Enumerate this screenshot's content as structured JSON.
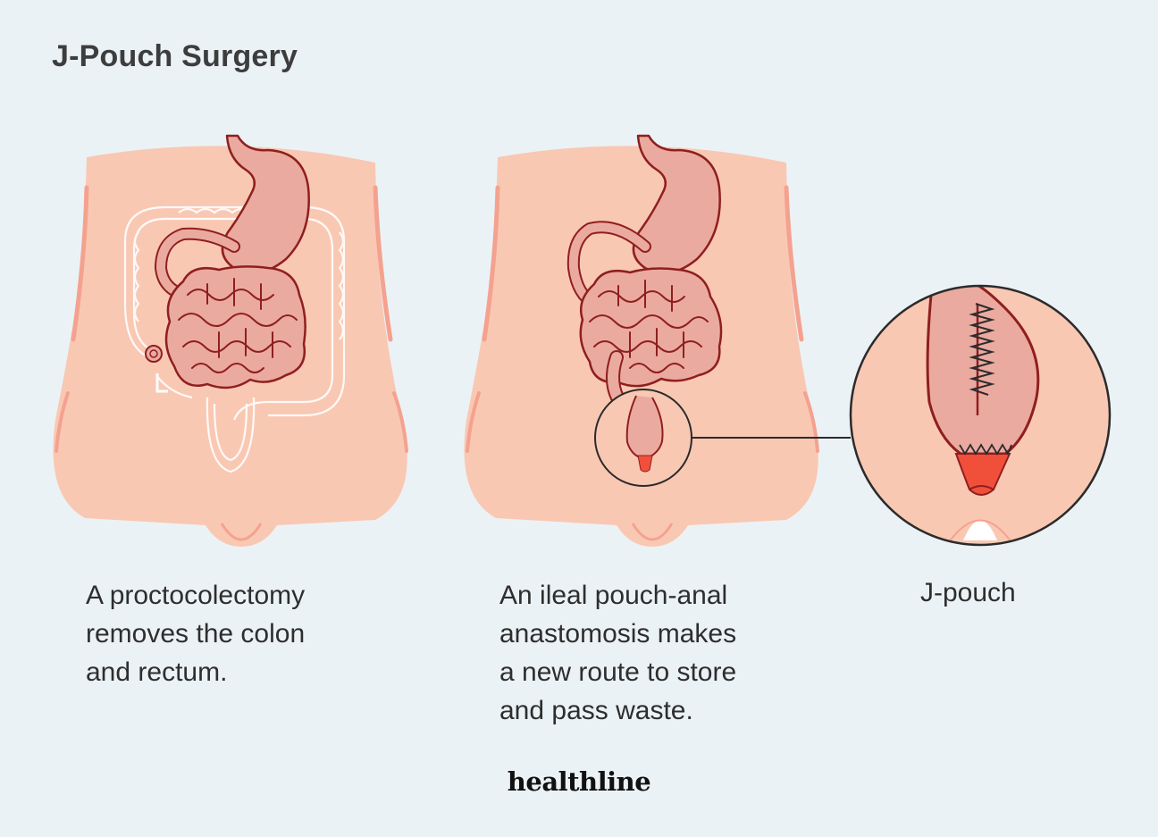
{
  "title": "J-Pouch Surgery",
  "panels": [
    {
      "caption_lines": [
        "A proctocolectomy",
        "removes the colon",
        "and rectum."
      ]
    },
    {
      "caption_lines": [
        "An ileal pouch-anal",
        "anastomosis makes",
        "a new route to store",
        "and pass waste."
      ]
    },
    {
      "caption_lines": [
        "J-pouch"
      ]
    }
  ],
  "brand": "healthline",
  "colors": {
    "background": "#ebf2f5",
    "skin": "#f9c8b3",
    "skin_edge": "#f4a28f",
    "organ_fill": "#ebaaa0",
    "organ_outline": "#8f1f1f",
    "rectum_red": "#f0503a",
    "removed_colon_outline": "#ffffff",
    "text": "#2e2e2e"
  },
  "icons": {
    "torso_left": "torso-illustration",
    "torso_right": "torso-illustration",
    "zoom": "magnifier-callout"
  }
}
